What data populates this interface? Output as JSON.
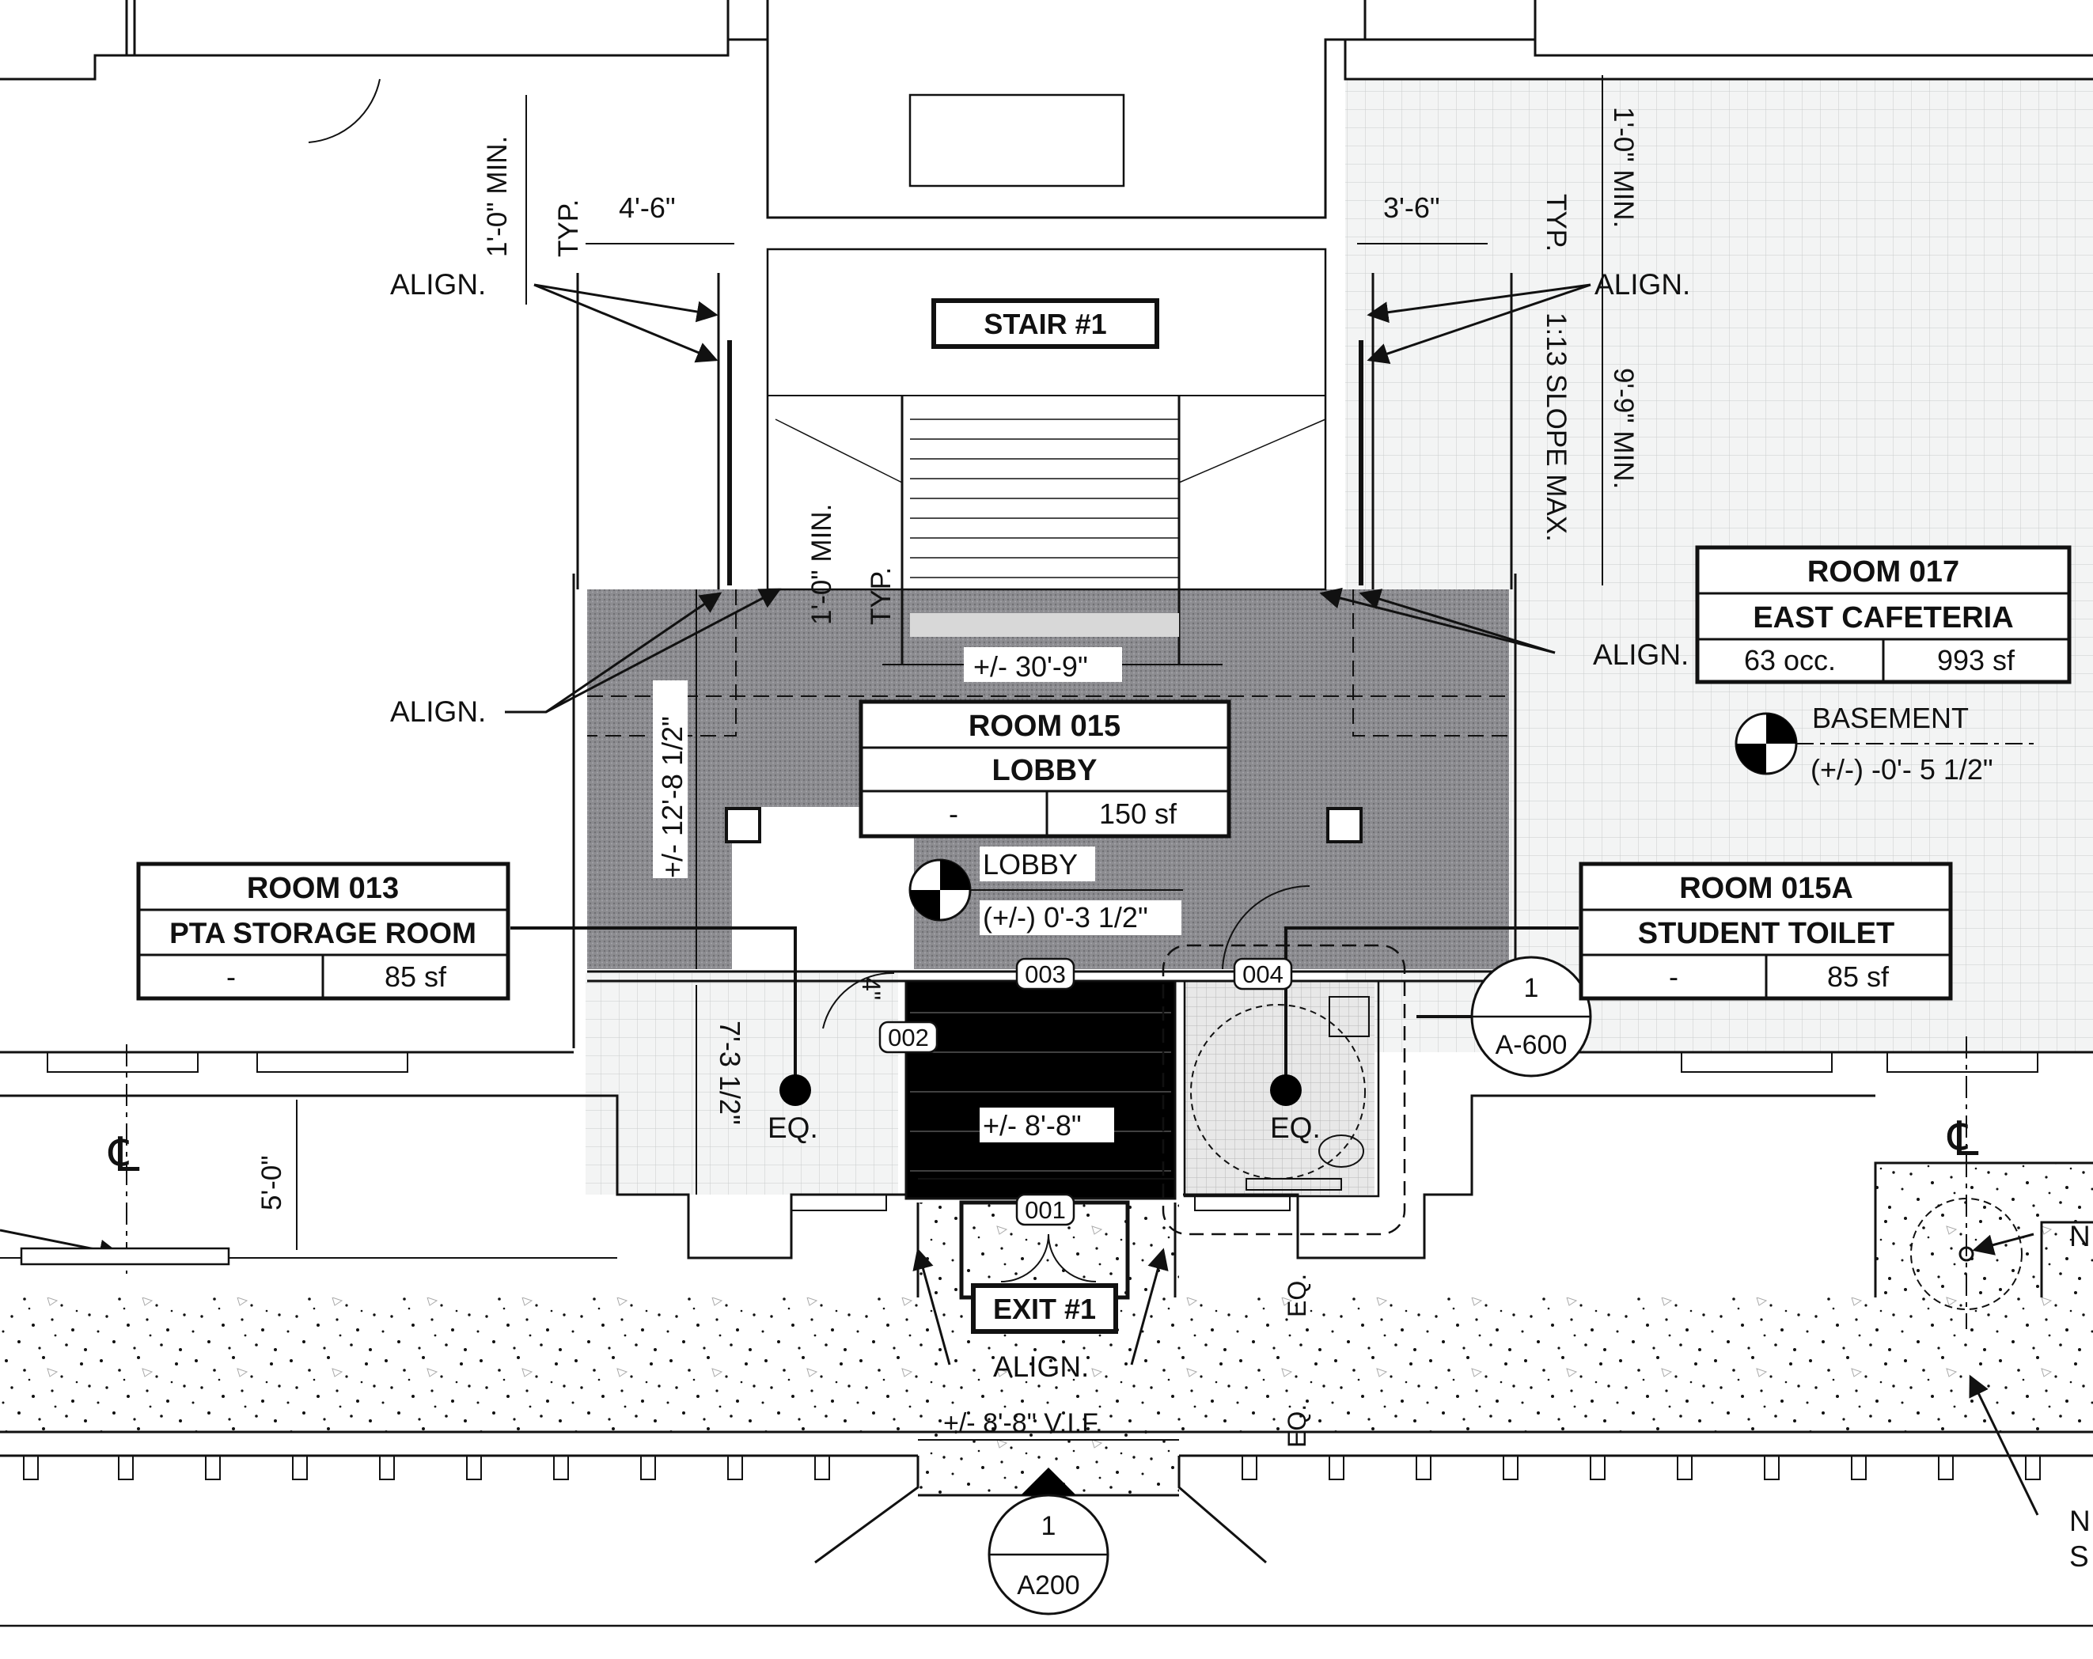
{
  "stair": {
    "label": "STAIR #1"
  },
  "exit": {
    "label": "EXIT #1"
  },
  "rooms": {
    "r017": {
      "number": "ROOM 017",
      "name": "EAST CAFETERIA",
      "occ": "63 occ.",
      "area": "993 sf"
    },
    "r015": {
      "number": "ROOM 015",
      "name": "LOBBY",
      "occ": "-",
      "area": "150 sf"
    },
    "r013": {
      "number": "ROOM 013",
      "name": "PTA STORAGE ROOM",
      "occ": "-",
      "area": "85 sf"
    },
    "r015a": {
      "number": "ROOM 015A",
      "name": "STUDENT TOILET",
      "occ": "-",
      "area": "85 sf"
    }
  },
  "elevations": {
    "basement": {
      "name": "BASEMENT",
      "value": "(+/-) -0'- 5 1/2\""
    },
    "lobby": {
      "name": "LOBBY",
      "value": "(+/-) 0'-3 1/2\""
    }
  },
  "doors": {
    "d001": "001",
    "d002": "002",
    "d003": "003",
    "d004": "004"
  },
  "section_marks": {
    "a600": {
      "num": "1",
      "sheet": "A-600"
    },
    "a200": {
      "num": "1",
      "sheet": "A200"
    }
  },
  "notes": {
    "align": "ALIGN.",
    "typ": "TYP.",
    "min_1_0": "1'-0\" MIN.",
    "min_9_9": "9'-9\" MIN.",
    "slope": "1:13 SLOPE MAX.",
    "eq": "EQ.",
    "centerline": "℄",
    "n1": "N",
    "n2": "N",
    "s1": "S"
  },
  "dims": {
    "d4_6": "4'-6\"",
    "d3_6": "3'-6\"",
    "d30_9": "+/- 30'-9\"",
    "d12_8": "+/- 12'-8 1/2\"",
    "d7_3": "7'-3 1/2\"",
    "d8_8": "+/- 8'-8\"",
    "d8_8vif": "+/- 8'-8\" V.I.F.",
    "d5_0": "5'-0\"",
    "d4in": "4\""
  }
}
